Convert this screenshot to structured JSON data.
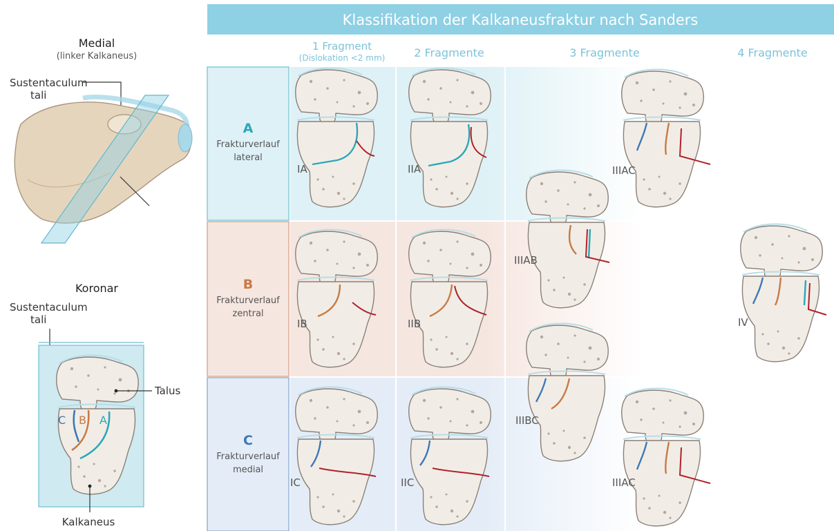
{
  "title": "Klassifikation der Kalkaneusfraktur nach Sanders",
  "left_panel": {
    "medial_title": "Medial",
    "medial_subtitle": "(linker Kalkaneus)",
    "sustentaculum_line1": "Sustentaculum",
    "sustentaculum_line2": "tali",
    "koronar_title": "Koronar",
    "talus_label": "Talus",
    "kalkaneus_label": "Kalkaneus",
    "fracture_letters": [
      "C",
      "B",
      "A"
    ]
  },
  "columns": {
    "one_fragment": "1 Fragment",
    "one_fragment_note": "(Dislokation <2 mm)",
    "two_fragments": "2 Fragmente",
    "three_fragments": "3 Fragmente",
    "four_fragments": "4 Fragmente"
  },
  "rows": [
    {
      "letter": "A",
      "line1": "Frakturverlauf",
      "line2": "lateral",
      "color": "#2aa8b8"
    },
    {
      "letter": "B",
      "line1": "Frakturverlauf",
      "line2": "zentral",
      "color": "#c87a45"
    },
    {
      "letter": "C",
      "line1": "Frakturverlauf",
      "line2": "medial",
      "color": "#3d78b8"
    }
  ],
  "types": {
    "IA": "IA",
    "IIA": "IIA",
    "IIIAC_top": "IIIAC",
    "IIIAB": "IIIAB",
    "IB": "IB",
    "IIB": "IIB",
    "IV": "IV",
    "IIIBC": "IIIBC",
    "IC": "IC",
    "IIC": "IIC",
    "IIIAC_bottom": "IIIAC"
  },
  "colors": {
    "header": "#8ed0e4",
    "column_text": "#7cc3da",
    "row_a": "#def1f6",
    "row_b": "#f6e6e0",
    "row_c": "#e4edf7",
    "bone": "#f1ede6",
    "bone_outline": "#8a7f77",
    "fracture_lateral": "#2aa8b8",
    "fracture_central": "#c87a45",
    "fracture_medial": "#3d78b8",
    "fracture_secondary": "#b0202a"
  }
}
